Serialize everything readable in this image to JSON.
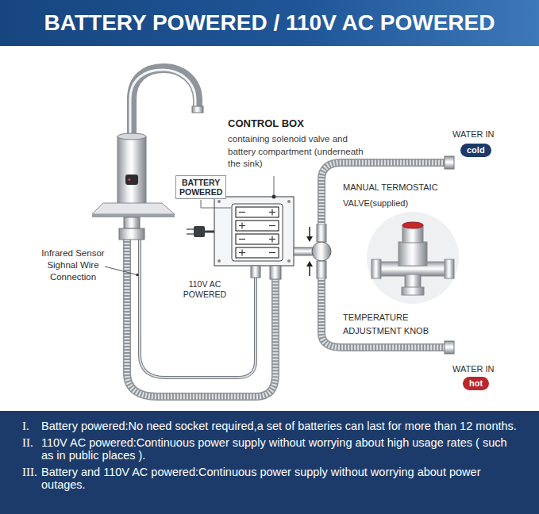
{
  "diagram": {
    "title": "BATTERY POWERED / 110V AC POWERED",
    "nodes": [
      {
        "text": [
          "CONTROL BOX",
          "containing solenoid valve and battery compartment (underneath the sink)"
        ]
      },
      {
        "text": [
          "cold"
        ]
      },
      {
        "text": [
          "BATTERY POWERED"
        ]
      },
      {
        "text": [
          "hot"
        ]
      },
      {
        "text": [
          "I.",
          "Battery powered:No need socket required,a set of batteries can last for more than 12 months.",
          "II.",
          "110V AC powered:Continuous power supply without worrying about high usage rates ( such as in public places ).",
          "III.",
          "Battery and 110V AC powered:Continuous power supply without worrying about power outages."
        ]
      }
    ],
    "labels": [
      "WATER IN",
      "MANUAL TERMOSTAIC VALVE(supplied)",
      "Infrared Sensor Sighnal Wire Connection",
      "110V AC POWERED",
      "TEMPERATURE ADJUSTMENT KNOB",
      "WATER IN"
    ]
  }
}
